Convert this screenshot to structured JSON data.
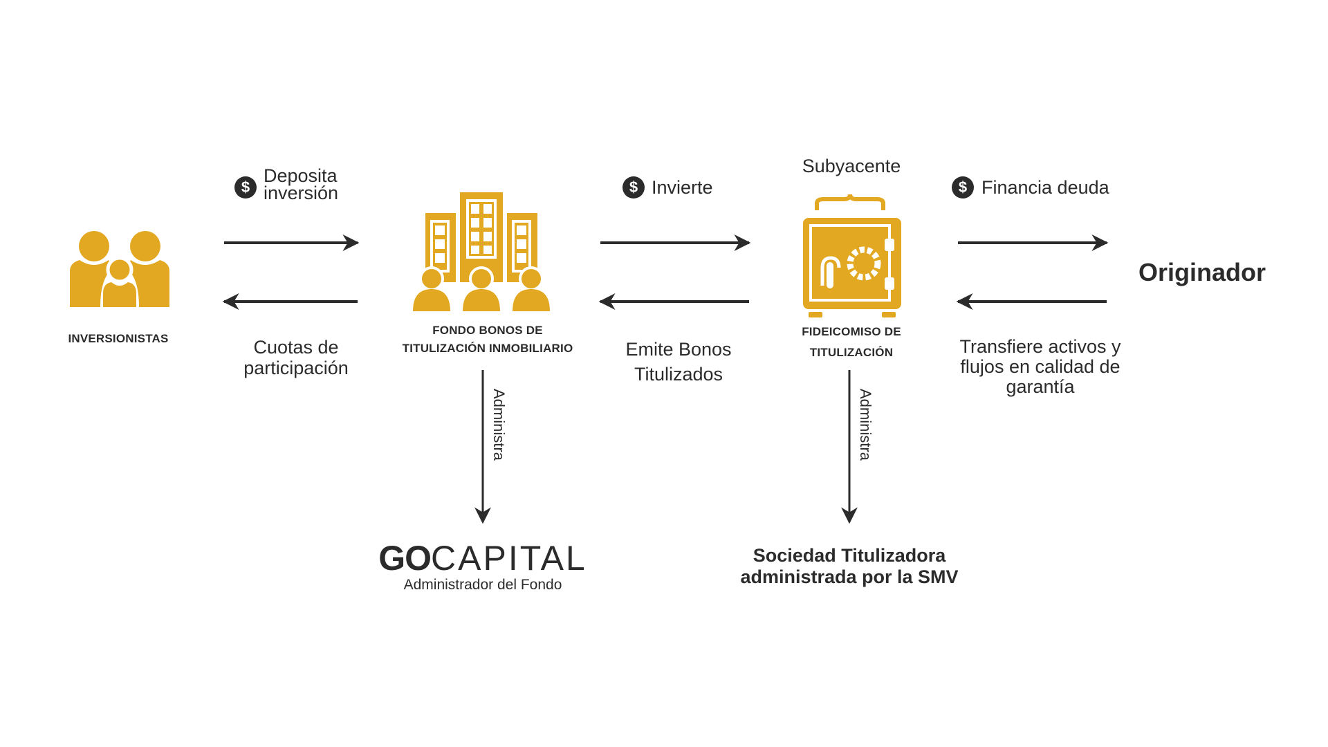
{
  "colors": {
    "accent": "#E3A821",
    "dark": "#2b2b2b"
  },
  "nodes": {
    "investors": {
      "label": "INVERSIONISTAS",
      "icon": "family-icon"
    },
    "fund": {
      "label_line1": "FONDO BONOS DE",
      "label_line2": "TITULIZACIÓN INMOBILIARIO",
      "icon": "buildings-people-icon"
    },
    "trust": {
      "label_line1": "FIDEICOMISO DE",
      "label_line2": "TITULIZACIÓN",
      "icon": "safe-icon",
      "top_label": "Subyacente"
    },
    "originator": {
      "label": "Originador"
    }
  },
  "flows": {
    "deposit": {
      "line1": "Deposita",
      "line2": "inversión",
      "icon": "dollar-icon",
      "symbol": "$"
    },
    "quotas": {
      "line1": "Cuotas de",
      "line2": "participación"
    },
    "invest": {
      "label": "Invierte",
      "icon": "dollar-icon",
      "symbol": "$"
    },
    "bonds": {
      "line1": "Emite Bonos",
      "line2": "Titulizados"
    },
    "finance": {
      "label": "Financia deuda",
      "icon": "dollar-icon",
      "symbol": "$"
    },
    "transfer": {
      "line1": "Transfiere activos y",
      "line2": "flujos en calidad de",
      "line3": "garantía"
    }
  },
  "admin": {
    "fund_admin_label": "Administra",
    "trust_admin_label": "Administra",
    "gocapital": {
      "logo_bold": "GO",
      "logo_light": "CAPITAL",
      "subtitle": "Administrador del Fondo"
    },
    "sociedad": {
      "line1": "Sociedad Titulizadora",
      "line2": "administrada por la SMV"
    }
  }
}
